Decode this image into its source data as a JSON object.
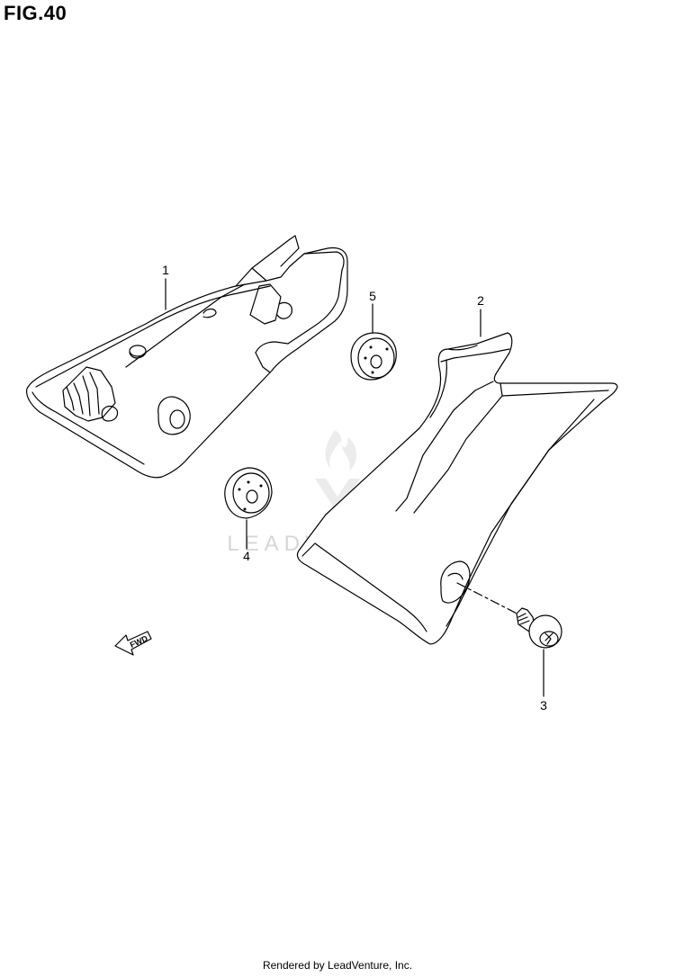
{
  "figure": {
    "title": "FIG.40"
  },
  "parts": {
    "p1": "1",
    "p2": "2",
    "p3": "3",
    "p4": "4",
    "p5": "5"
  },
  "fwd_label": "FWD",
  "watermark": "LEADVENTURE",
  "footer": "Rendered by LeadVenture, Inc."
}
